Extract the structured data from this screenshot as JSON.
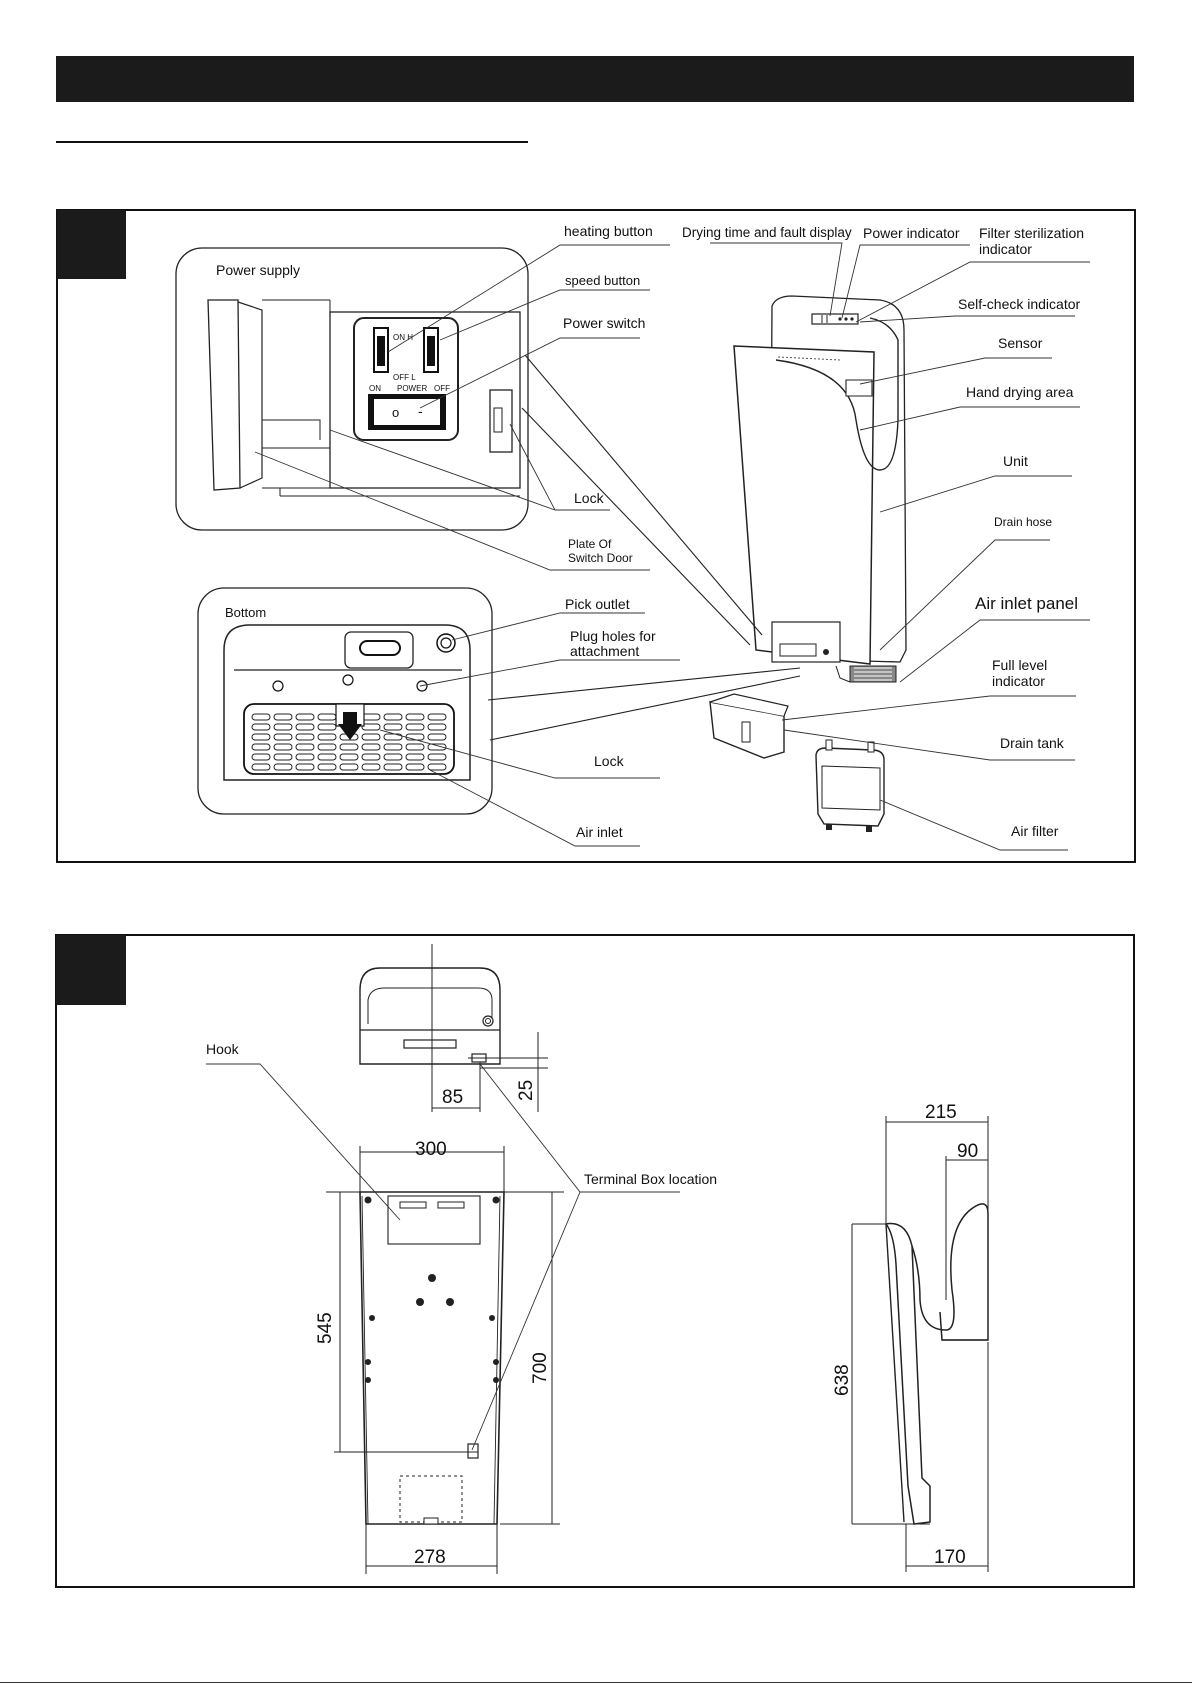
{
  "fig1": {
    "power_supply_title": "Power supply",
    "bottom_title": "Bottom",
    "switch_on_h": "ON  H",
    "switch_off_l": "OFF L",
    "switch_on": "ON",
    "switch_power": "POWER",
    "switch_off": "OFF",
    "switch_rocker_on": "o",
    "switch_rocker_off": "-",
    "labels": {
      "heating_button": "heating button",
      "speed_button": "speed button",
      "power_switch": "Power switch",
      "lock_top": "Lock",
      "plate_of_switch_door_1": "Plate Of",
      "plate_of_switch_door_2": "Switch Door",
      "pick_outlet": "Pick  outlet",
      "plug_holes_1": "Plug  holes  for",
      "plug_holes_2": "attachment",
      "lock_bottom": "Lock",
      "air_inlet": "Air  inlet",
      "drying_time": "Drying time and fault display",
      "power_indicator": "Power indicator",
      "filter_sterilization_1": "Filter  sterilization",
      "filter_sterilization_2": "indicator",
      "self_check": "Self-check indicator",
      "sensor": "Sensor",
      "hand_drying_area": "Hand drying area",
      "unit": "Unit",
      "drain_hose": "Drain hose",
      "air_inlet_panel": "Air  inlet  panel",
      "full_level_1": "Full  level",
      "full_level_2": "indicator",
      "drain_tank": "Drain tank",
      "air_filter": "Air filter"
    }
  },
  "fig2": {
    "hook": "Hook",
    "terminal_box_location": "Terminal Box location",
    "dimensions": {
      "d85": "85",
      "d25": "25",
      "d300": "300",
      "d545": "545",
      "d700": "700",
      "d278": "278",
      "d215": "215",
      "d90": "90",
      "d638": "638",
      "d170": "170"
    }
  }
}
